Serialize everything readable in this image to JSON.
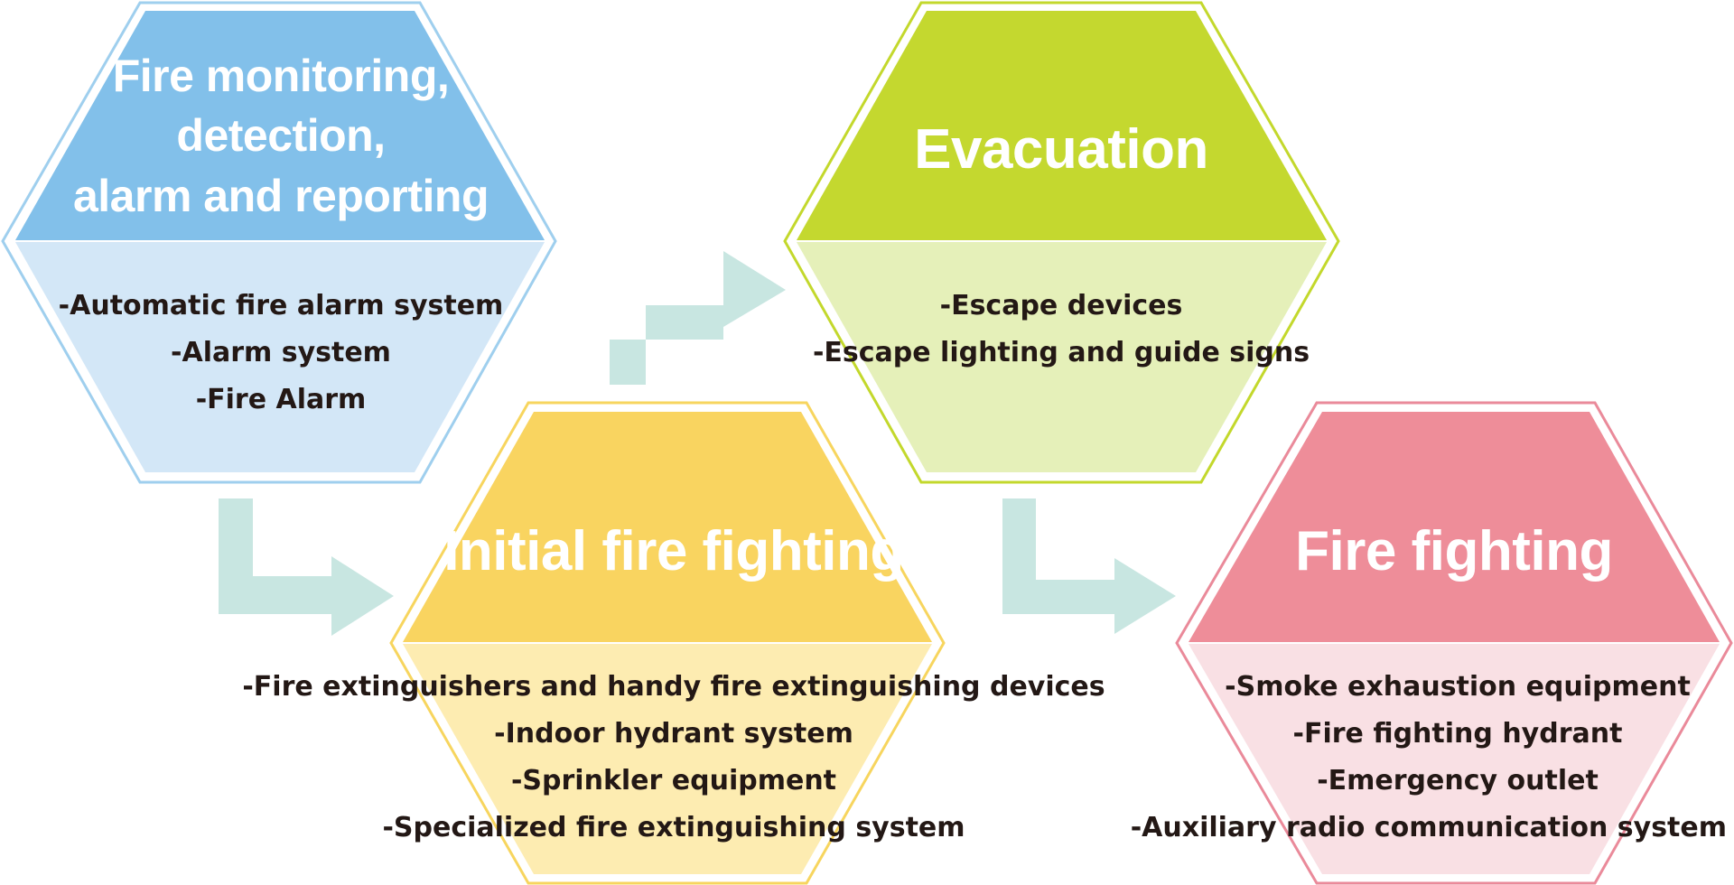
{
  "colors": {
    "arrow": "#c8e6e1",
    "blue_outline": "#9fcfee",
    "blue_top": "#82c0ea",
    "blue_bottom": "#d3e7f7",
    "green_outline": "#c3d82c",
    "green_top": "#c4d82f",
    "green_bottom": "#e5f0b9",
    "yellow_outline": "#f7d55e",
    "yellow_top": "#f9d460",
    "yellow_bottom": "#fdecb1",
    "pink_outline": "#ea8a9a",
    "pink_top": "#ee8d99",
    "pink_bottom": "#f9e0e4"
  },
  "hexes": {
    "monitoring": {
      "title": [
        "Fire monitoring,",
        "detection,",
        "alarm and reporting"
      ],
      "items": [
        "-Automatic fire alarm system",
        "-Alarm system",
        "-Fire Alarm"
      ]
    },
    "evacuation": {
      "title": [
        "Evacuation"
      ],
      "items": [
        "-Escape devices",
        "-Escape lighting and guide signs"
      ]
    },
    "initial": {
      "title": [
        "Initial fire fighting"
      ],
      "items": [
        "-Fire extinguishers and handy fire extinguishing devices",
        "-Indoor hydrant system",
        "-Sprinkler equipment",
        "-Specialized fire extinguishing system"
      ]
    },
    "firefighting": {
      "title": [
        "Fire fighting"
      ],
      "items": [
        "-Smoke exhaustion equipment",
        "-Fire fighting hydrant",
        "-Emergency outlet",
        "-Auxiliary radio communication system"
      ]
    }
  }
}
